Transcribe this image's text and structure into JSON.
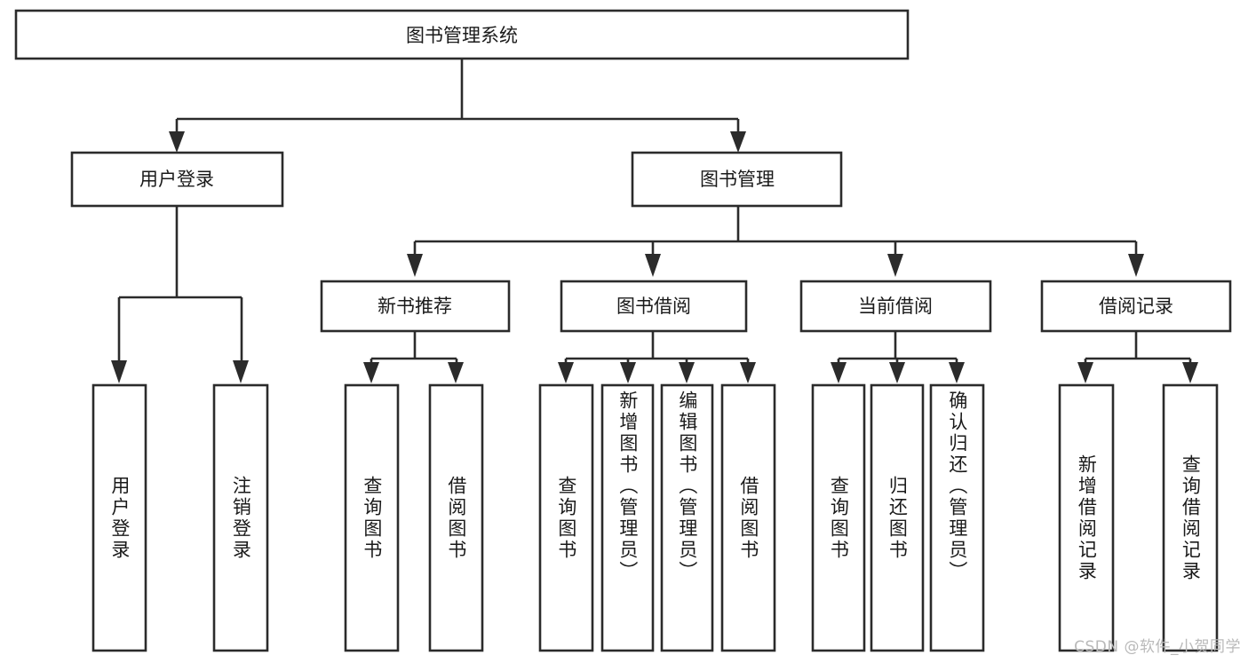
{
  "diagram": {
    "type": "tree-hierarchy-diagram",
    "title": "图书管理系统",
    "orientation": "top-down",
    "colors": {
      "stroke": "#2b2b2b",
      "node_fill": "#ffffff",
      "text": "#1a1a1a",
      "background": "#ffffff",
      "watermark": "#b9b9b9"
    },
    "levels": [
      {
        "level": 1,
        "nodes": [
          {
            "id": "root",
            "label": "图书管理系统",
            "orientation": "horizontal"
          }
        ]
      },
      {
        "level": 2,
        "nodes": [
          {
            "id": "user-login",
            "label": "用户登录",
            "orientation": "horizontal"
          },
          {
            "id": "book-manage",
            "label": "图书管理",
            "orientation": "horizontal"
          }
        ]
      },
      {
        "level": 3,
        "nodes": [
          {
            "id": "new-book-rec",
            "label": "新书推荐",
            "orientation": "horizontal"
          },
          {
            "id": "book-borrow",
            "label": "图书借阅",
            "orientation": "horizontal"
          },
          {
            "id": "current-borrow",
            "label": "当前借阅",
            "orientation": "horizontal"
          },
          {
            "id": "borrow-record",
            "label": "借阅记录",
            "orientation": "horizontal"
          }
        ]
      },
      {
        "level": 4,
        "nodes": [
          {
            "id": "leaf-1",
            "label": "用户登录",
            "orientation": "vertical",
            "parent": "user-login"
          },
          {
            "id": "leaf-2",
            "label": "注销登录",
            "orientation": "vertical",
            "parent": "user-login"
          },
          {
            "id": "leaf-3",
            "label": "查询图书",
            "orientation": "vertical",
            "parent": "new-book-rec"
          },
          {
            "id": "leaf-4",
            "label": "借阅图书",
            "orientation": "vertical",
            "parent": "new-book-rec"
          },
          {
            "id": "leaf-5",
            "label": "查询图书",
            "orientation": "vertical",
            "parent": "book-borrow"
          },
          {
            "id": "leaf-6",
            "label": "新增图书（管理员）",
            "orientation": "vertical",
            "parent": "book-borrow"
          },
          {
            "id": "leaf-7",
            "label": "编辑图书（管理员）",
            "orientation": "vertical",
            "parent": "book-borrow"
          },
          {
            "id": "leaf-8",
            "label": "借阅图书",
            "orientation": "vertical",
            "parent": "book-borrow"
          },
          {
            "id": "leaf-9",
            "label": "查询图书",
            "orientation": "vertical",
            "parent": "current-borrow"
          },
          {
            "id": "leaf-10",
            "label": "归还图书",
            "orientation": "vertical",
            "parent": "current-borrow"
          },
          {
            "id": "leaf-11",
            "label": "确认归还（管理员）",
            "orientation": "vertical",
            "parent": "current-borrow"
          },
          {
            "id": "leaf-12",
            "label": "新增借阅记录",
            "orientation": "vertical",
            "parent": "borrow-record"
          },
          {
            "id": "leaf-13",
            "label": "查询借阅记录",
            "orientation": "vertical",
            "parent": "borrow-record"
          }
        ]
      }
    ],
    "edges": [
      {
        "from": "root",
        "to": "user-login"
      },
      {
        "from": "root",
        "to": "book-manage"
      },
      {
        "from": "user-login",
        "to": "leaf-1"
      },
      {
        "from": "user-login",
        "to": "leaf-2"
      },
      {
        "from": "book-manage",
        "to": "new-book-rec"
      },
      {
        "from": "book-manage",
        "to": "book-borrow"
      },
      {
        "from": "book-manage",
        "to": "current-borrow"
      },
      {
        "from": "book-manage",
        "to": "borrow-record"
      },
      {
        "from": "new-book-rec",
        "to": "leaf-3"
      },
      {
        "from": "new-book-rec",
        "to": "leaf-4"
      },
      {
        "from": "book-borrow",
        "to": "leaf-5"
      },
      {
        "from": "book-borrow",
        "to": "leaf-6"
      },
      {
        "from": "book-borrow",
        "to": "leaf-7"
      },
      {
        "from": "book-borrow",
        "to": "leaf-8"
      },
      {
        "from": "current-borrow",
        "to": "leaf-9"
      },
      {
        "from": "current-borrow",
        "to": "leaf-10"
      },
      {
        "from": "current-borrow",
        "to": "leaf-11"
      },
      {
        "from": "borrow-record",
        "to": "leaf-12"
      },
      {
        "from": "borrow-record",
        "to": "leaf-13"
      }
    ]
  },
  "watermark": {
    "text": "CSDN @软件_小贺同学"
  }
}
